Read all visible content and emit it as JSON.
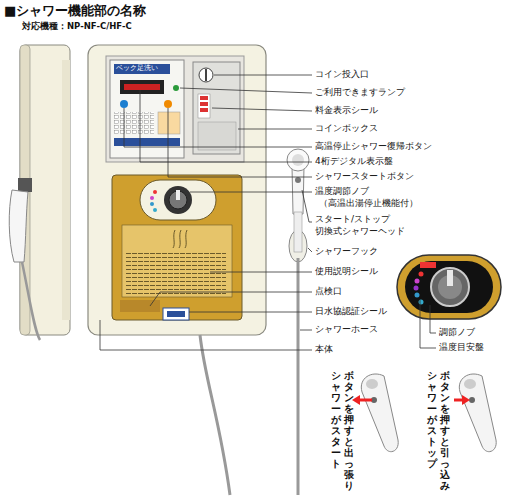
{
  "diagram": {
    "title": "■シャワー機能部の名称",
    "labels": [
      "対応機種：NP-NF-C/HF-C",
      "コイン投入口",
      "ご利用できますランプ",
      "料金表示シール",
      "コインボックス",
      "高温停止シャワー復帰ボタン",
      "4桁デジタル表示盤",
      "シャワースタートボタン",
      "温度調節ノブ",
      "（高温出湯停止機能付）",
      "スタート/ストップ",
      "切換式シャワーヘッド",
      "シャワーフック",
      "使用説明シール",
      "点検口",
      "日水協認証シール",
      "シャワーホース",
      "本体",
      "調節ノブ",
      "温度目安盤",
      "シャワーがスタート",
      "ボタンを押すと出っ張り",
      "シャワーがストップ",
      "ボタンを押すと引っ込み",
      "ベック足洗い"
    ]
  }
}
